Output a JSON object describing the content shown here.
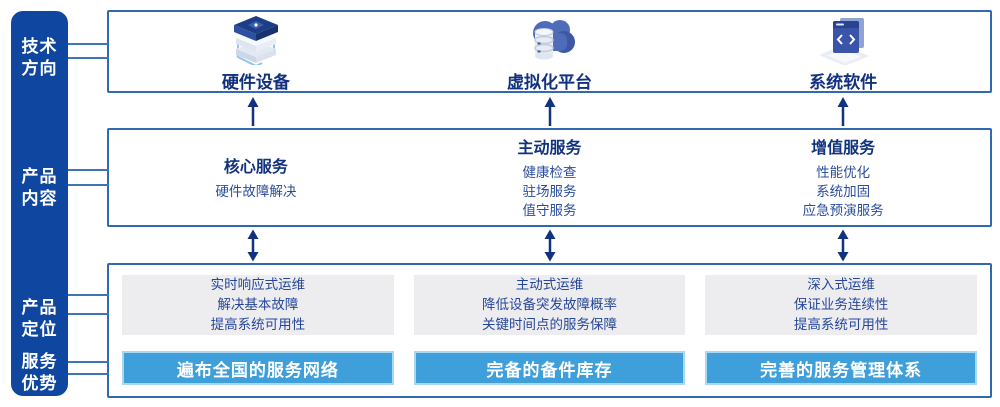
{
  "sidebar": {
    "items": [
      {
        "line1": "技术",
        "line2": "方向"
      },
      {
        "line1": "产品",
        "line2": "内容"
      },
      {
        "line1": "产品",
        "line2": "定位"
      },
      {
        "line1": "服务",
        "line2": "优势"
      }
    ]
  },
  "tech_row": {
    "items": [
      {
        "icon": "server-stack-icon",
        "label": "硬件设备"
      },
      {
        "icon": "cloud-database-icon",
        "label": "虚拟化平台"
      },
      {
        "icon": "software-window-icon",
        "label": "系统软件"
      }
    ]
  },
  "content_row": {
    "columns": [
      {
        "title": "核心服务",
        "items": [
          "硬件故障解决"
        ]
      },
      {
        "title": "主动服务",
        "items": [
          "健康检查",
          "驻场服务",
          "值守服务"
        ]
      },
      {
        "title": "增值服务",
        "items": [
          "性能优化",
          "系统加固",
          "应急预演服务"
        ]
      }
    ]
  },
  "position_row": {
    "columns": [
      {
        "lines": [
          "实时响应式运维",
          "解决基本故障",
          "提高系统可用性"
        ],
        "bar": "遍布全国的服务网络"
      },
      {
        "lines": [
          "主动式运维",
          "降低设备突发故障概率",
          "关键时间点的服务保障"
        ],
        "bar": "完备的备件库存"
      },
      {
        "lines": [
          "深入式运维",
          "保证业务连续性",
          "提高系统可用性"
        ],
        "bar": "完善的服务管理体系"
      }
    ]
  },
  "colors": {
    "sidebar_bg": "#0f47a0",
    "box_border": "#3168b0",
    "connector_line": "#3f74b6",
    "title_text": "#12327e",
    "body_text": "#2b4d9e",
    "arrow": "#12317f",
    "gray_panel_bg": "#ededef",
    "bar_bg": "#3f9fdb",
    "bar_border": "#aad7f2",
    "bar_text": "#ffffff",
    "sidebar_text": "#ffffff"
  }
}
